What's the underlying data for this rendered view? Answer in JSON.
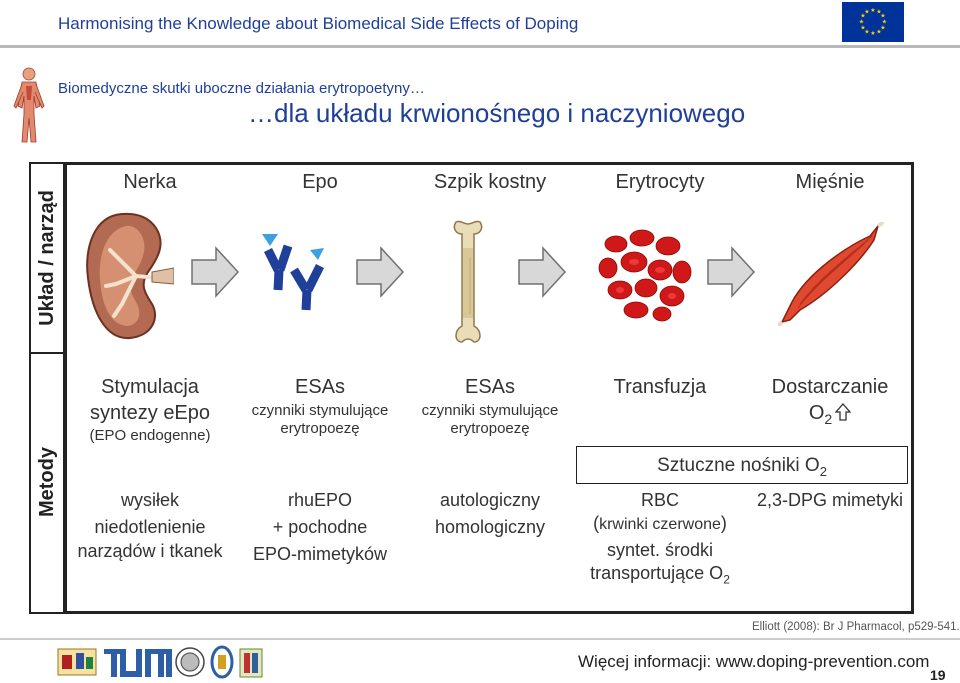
{
  "header": {
    "title": "Harmonising the Knowledge about Biomedical Side Effects of Doping",
    "eu_blue": "#003399",
    "eu_yellow": "#ffcc00"
  },
  "subtitle": {
    "line1": "Biomedyczne skutki uboczne działania erytropoetyny…",
    "line2": "…dla układu krwionośnego i naczyniowego"
  },
  "row_labels": {
    "organ": "Układ / narząd",
    "methods": "Metody"
  },
  "columns": [
    {
      "title": "Nerka",
      "icon": "kidney-icon"
    },
    {
      "title": "Epo",
      "icon": "epo-receptor-icon"
    },
    {
      "title": "Szpik kostny",
      "icon": "bone-icon"
    },
    {
      "title": "Erytrocyty",
      "icon": "erythrocytes-icon"
    },
    {
      "title": "Mięśnie",
      "icon": "muscle-icon"
    }
  ],
  "methods": {
    "col1": {
      "l1": "Stymulacja",
      "l2": "syntezy eEpo",
      "l3": "(EPO endogenne)",
      "d1": "wysiłek",
      "d2": "niedotlenienie",
      "d3": "narządów i tkanek"
    },
    "col2": {
      "l1": "ESAs",
      "l2": "czynniki stymulujące",
      "l3": "erytropoezę",
      "d1": "rhuEPO",
      "d2": "+ pochodne",
      "d3": "EPO-mimetyków"
    },
    "col3": {
      "l1": "ESAs",
      "l2": "czynniki stymulujące",
      "l3": "erytropoezę",
      "d1": "autologiczny",
      "d2": "homologiczny"
    },
    "col4": {
      "l1": "Transfuzja",
      "d1": "RBC",
      "d2_open": "(",
      "d2_mid": "krwinki czerwone",
      "d2_close": ")",
      "d3": "syntet. środki",
      "d4": "transportujące O",
      "d4_sub": "2"
    },
    "col5": {
      "l1": "Dostarczanie",
      "l2": "O",
      "l2_sub": "2",
      "d1": "2,3-DPG mimetyki"
    },
    "sztuczne": {
      "text": "Sztuczne nośniki O",
      "sub": "2"
    }
  },
  "footer": {
    "citation": "Elliott (2008): Br J Pharmacol, p529-541.",
    "link": "Więcej informacji: www.doping-prevention.com",
    "page": "19"
  }
}
